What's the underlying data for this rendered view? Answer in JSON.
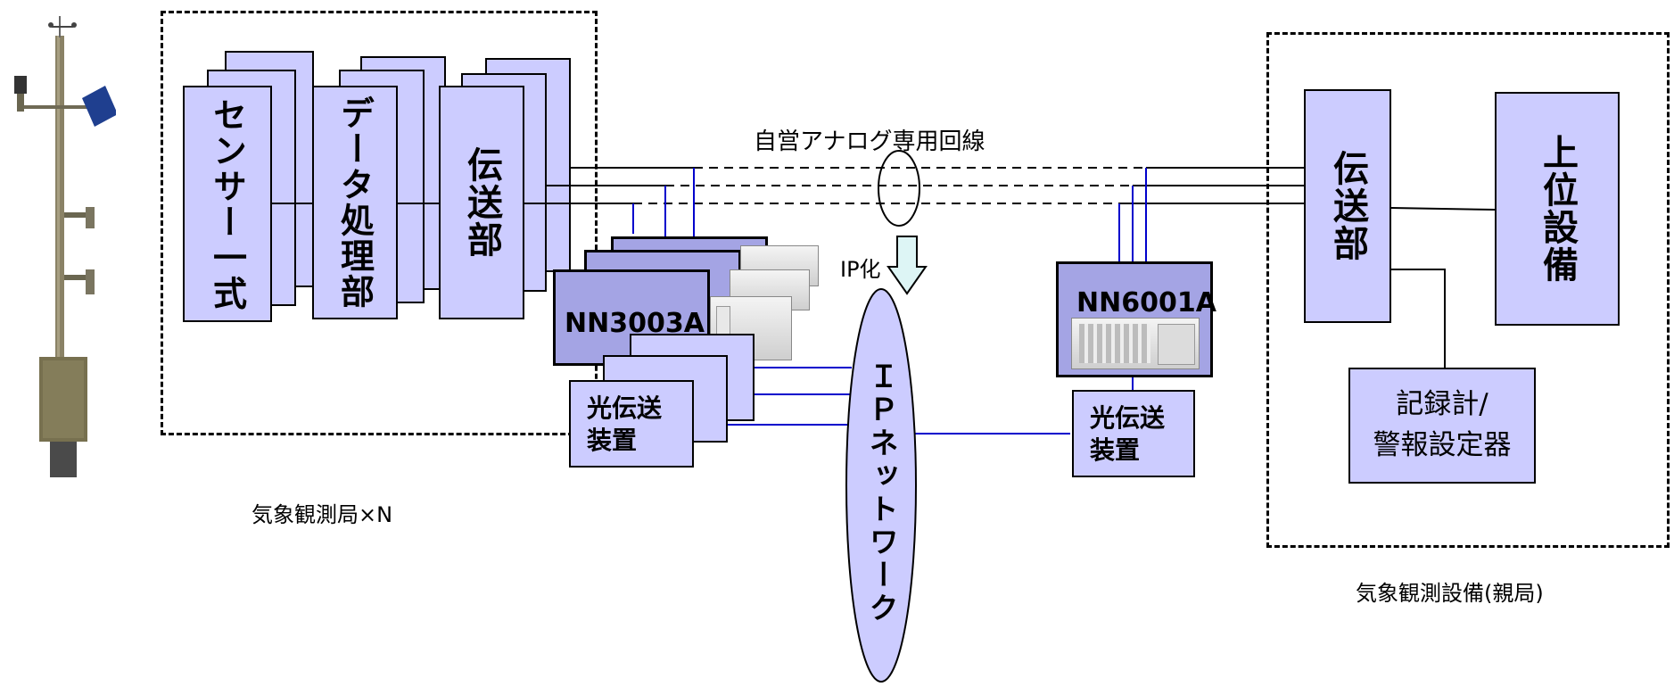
{
  "station": {
    "sensor_label": "センサー一式",
    "data_processing_label": "データ処理部",
    "transmission_label": "伝送部",
    "caption": "気象観測局×N"
  },
  "line_label": "自営アナログ専用回線",
  "ip_label": "IP化",
  "network_label": "ＩＰネットワーク",
  "nn3003a": {
    "model": "NN3003A"
  },
  "nn6001a": {
    "model": "NN6001A"
  },
  "optical_left": "光伝送\n装置",
  "optical_right": "光伝送\n装置",
  "master": {
    "transmission_label": "伝送部",
    "upper_label": "上位設備",
    "recorder_label": "記録計/\n警報設定器",
    "caption": "気象観測設備(親局)"
  },
  "colors": {
    "box_fill": "#ccccff",
    "nn_fill": "#a4a4e4",
    "blue_line": "#0000cc",
    "arrow_fill": "#ddf5f5"
  }
}
